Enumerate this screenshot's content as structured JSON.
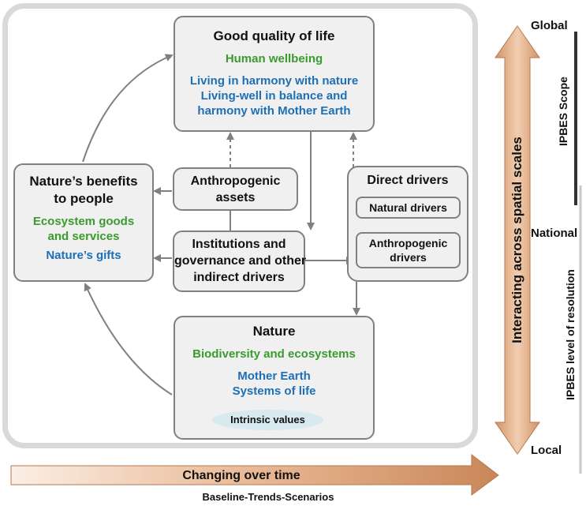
{
  "good_quality": {
    "title": "Good quality of life",
    "green": "Human wellbeing",
    "blue": [
      "Living in harmony with nature",
      "Living-well in balance and",
      "harmony with Mother Earth"
    ]
  },
  "benefits": {
    "title": [
      "Nature’s benefits",
      "to people"
    ],
    "green": [
      "Ecosystem goods",
      "and services"
    ],
    "blue": "Nature’s gifts"
  },
  "assets": {
    "title": [
      "Anthropogenic",
      "assets"
    ]
  },
  "institutions": {
    "title": [
      "Institutions and",
      "governance and other",
      "indirect drivers"
    ]
  },
  "direct_drivers": {
    "title": "Direct drivers",
    "natural": "Natural drivers",
    "anthropogenic": [
      "Anthropogenic",
      "drivers"
    ]
  },
  "nature": {
    "title": "Nature",
    "green": "Biodiversity and ecosystems",
    "blue": [
      "Mother Earth",
      "Systems of life"
    ],
    "intrinsic": "Intrinsic values"
  },
  "time_arrow": {
    "label": "Changing over time",
    "sub": "Baseline-Trends-Scenarios"
  },
  "scale": {
    "arrow_label": "Interacting across spatial scales",
    "global": "Global",
    "national": "National",
    "local": "Local",
    "scope": "IPBES Scope",
    "resolution": "IPBES level of resolution"
  },
  "colors": {
    "frame": "#d9d9d9",
    "box_fill": "#f0f0f0",
    "box_border": "#808080",
    "green": "#3a9b2f",
    "blue": "#1f6fb5",
    "arrow_fill": "#e9b894",
    "intrinsic_fill": "#d6eaf0"
  }
}
